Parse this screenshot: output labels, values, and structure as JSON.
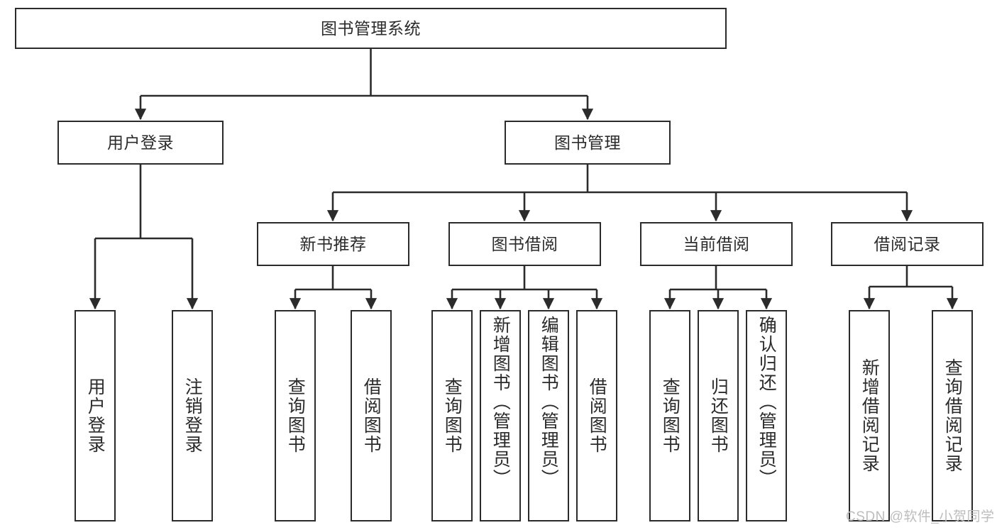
{
  "diagram": {
    "title": "图书管理系统",
    "type": "hierarchy-tree",
    "watermark": "CSDN @软件_小贺同学",
    "colors": {
      "stroke": "#2b2b2b",
      "fill": "#ffffff",
      "text": "#2b2b2b",
      "watermark": "#bdbdbd"
    },
    "nodes": {
      "root": {
        "label": "图书管理系统"
      },
      "level1": [
        {
          "id": "user-login",
          "label": "用户登录"
        },
        {
          "id": "book-management",
          "label": "图书管理"
        }
      ],
      "level2": [
        {
          "id": "new-book-recommend",
          "label": "新书推荐"
        },
        {
          "id": "book-borrow",
          "label": "图书借阅"
        },
        {
          "id": "current-borrow",
          "label": "当前借阅"
        },
        {
          "id": "borrow-record",
          "label": "借阅记录"
        }
      ],
      "leaves": {
        "user-login": [
          {
            "id": "leaf-user-login",
            "label": "用户登录"
          },
          {
            "id": "leaf-logout-login",
            "label": "注销登录"
          }
        ],
        "new-book-recommend": [
          {
            "id": "leaf-query-book-1",
            "label": "查询图书"
          },
          {
            "id": "leaf-borrow-book-1",
            "label": "借阅图书"
          }
        ],
        "book-borrow": [
          {
            "id": "leaf-query-book-2",
            "label": "查询图书"
          },
          {
            "id": "leaf-add-book",
            "label": "新增图书（管理员）"
          },
          {
            "id": "leaf-edit-book",
            "label": "编辑图书（管理员）"
          },
          {
            "id": "leaf-borrow-book-2",
            "label": "借阅图书"
          }
        ],
        "current-borrow": [
          {
            "id": "leaf-query-book-3",
            "label": "查询图书"
          },
          {
            "id": "leaf-return-book",
            "label": "归还图书"
          },
          {
            "id": "leaf-confirm-return",
            "label": "确认归还（管理员）"
          }
        ],
        "borrow-record": [
          {
            "id": "leaf-add-record",
            "label": "新增借阅记录"
          },
          {
            "id": "leaf-query-record",
            "label": "查询借阅记录"
          }
        ]
      }
    }
  }
}
